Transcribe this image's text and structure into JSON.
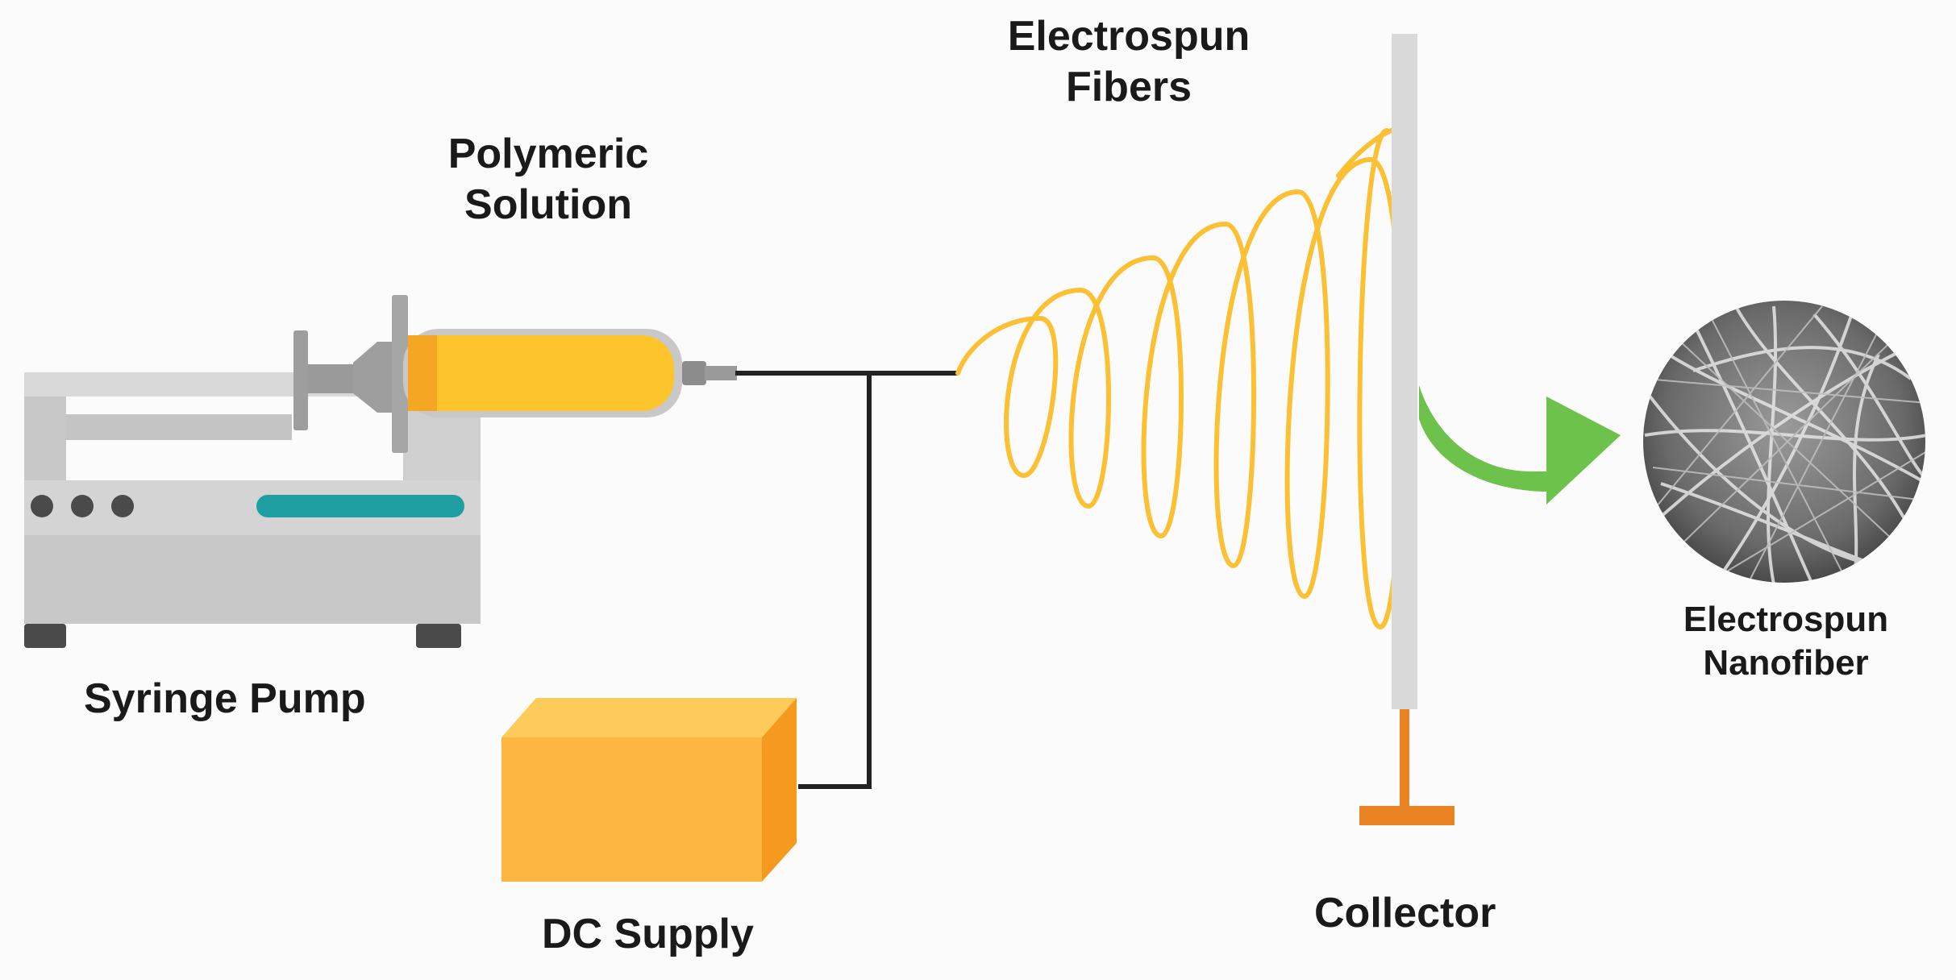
{
  "labels": {
    "polymeric_solution": [
      "Polymeric",
      "Solution"
    ],
    "electrospun_fibers": [
      "Electrospun",
      "Fibers"
    ],
    "syringe_pump": "Syringe Pump",
    "dc_supply": "DC Supply",
    "collector": "Collector",
    "electrospun_nanofiber": [
      "Electrospun",
      "Nanofiber"
    ]
  },
  "colors": {
    "background": "#fbfbfb",
    "pump_body": "#d4d4d4",
    "pump_base": "#c2c2c2",
    "pump_dark": "#4a4a4a",
    "pump_slot": "#1f9ea1",
    "syringe_solution": "#fec42c",
    "syringe_solution_dark": "#f5a623",
    "syringe_plunger": "#9e9e9e",
    "wire": "#222222",
    "fiber": "#fbc033",
    "dc_box_front": "#fdb740",
    "dc_box_side": "#f59a1f",
    "dc_box_top": "#fecb5a",
    "collector_plate": "#d9d9d9",
    "collector_stand": "#ea8324",
    "arrow": "#6cc24a",
    "nanofiber_disc": "#6e6e6e"
  }
}
